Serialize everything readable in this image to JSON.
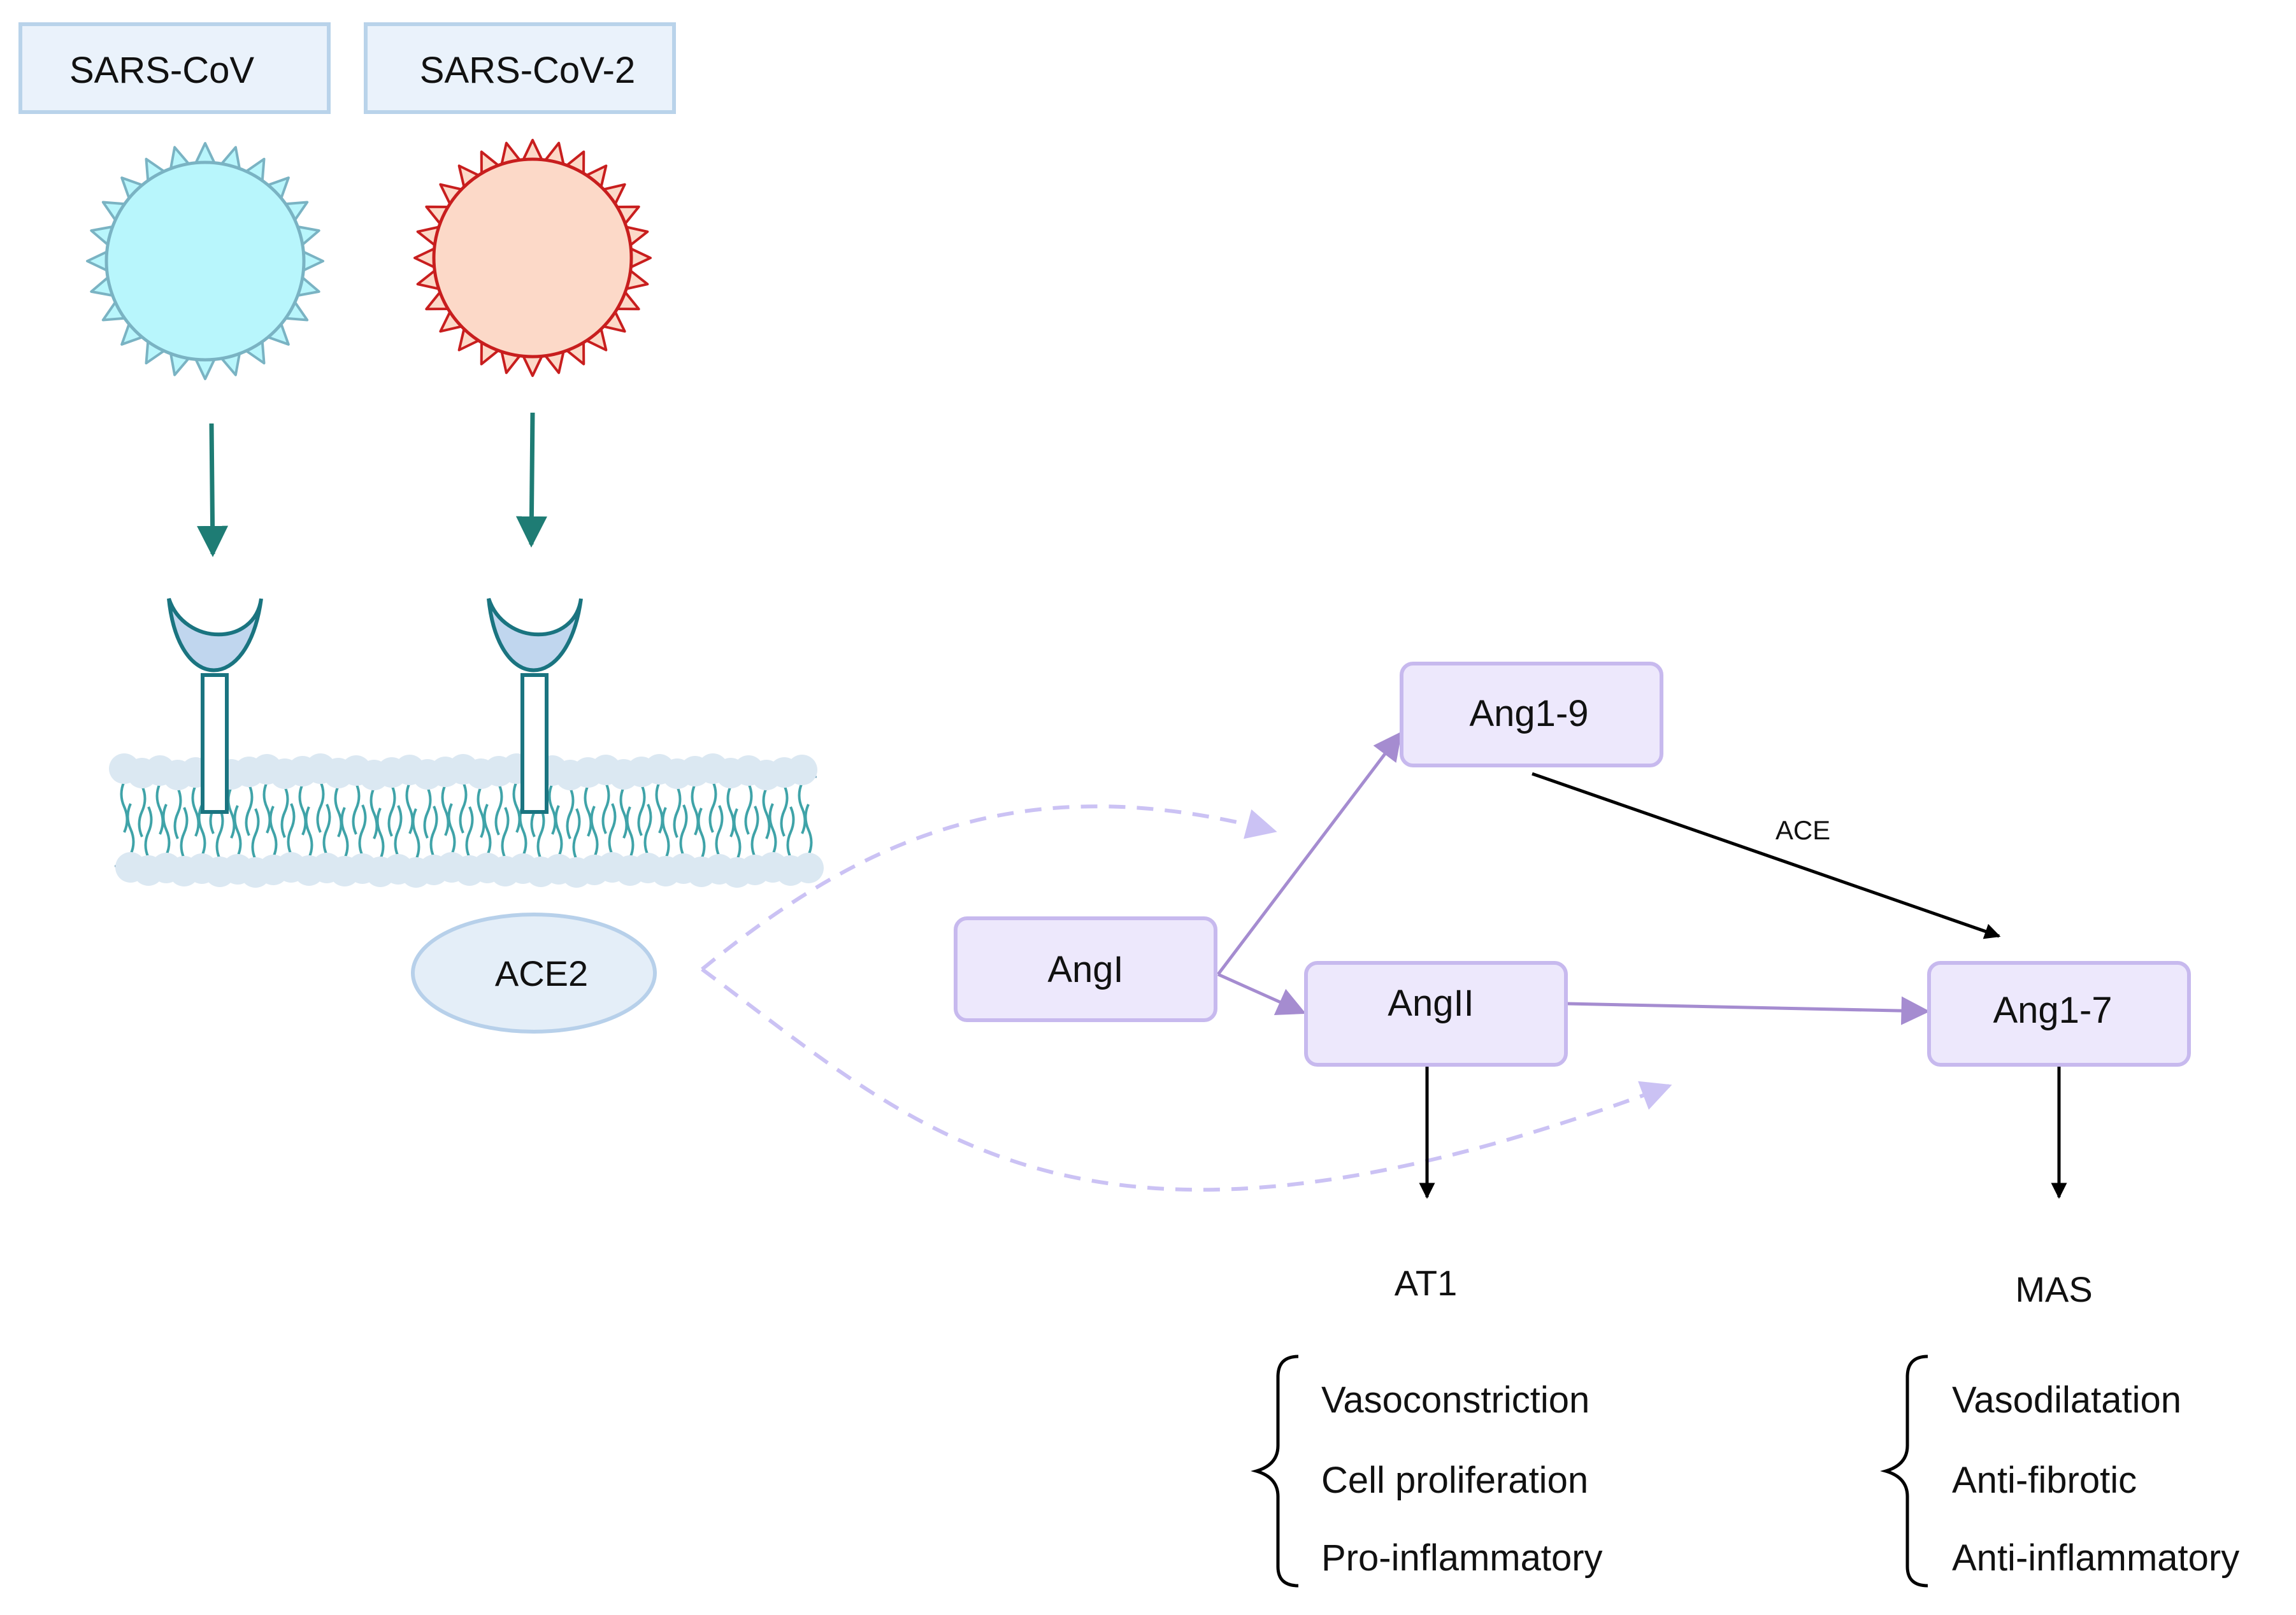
{
  "viruses": {
    "sars_cov": {
      "label": "SARS-CoV",
      "fill": "#b8f6fc",
      "stroke": "#7ab3c3"
    },
    "sars_cov_2": {
      "label": "SARS-CoV-2",
      "fill": "#fcd9c8",
      "stroke": "#c81e1e"
    }
  },
  "receptor": {
    "fill": "#c0d6ee",
    "stroke": "#1a7480"
  },
  "membrane": {
    "head_color": "#dbe8f2",
    "tail_color": "#3fa3a8"
  },
  "ace2": {
    "label": "ACE2",
    "fill": "#e4eef8",
    "stroke": "#b7d0ea"
  },
  "nodes": {
    "angi": "AngI",
    "angii": "AngII",
    "ang19": "Ang1-9",
    "ang17": "Ang1-7",
    "at1": "AT1",
    "mas": "MAS"
  },
  "edge_labels": {
    "ace": "ACE"
  },
  "at1_effects": [
    "Vasoconstriction",
    "Cell proliferation",
    "Pro-inflammatory"
  ],
  "mas_effects": [
    "Vasodilatation",
    "Anti-fibrotic",
    "Anti-inflammatory"
  ],
  "colors": {
    "node_fill": "#ede8fc",
    "node_stroke": "#c7b9ee",
    "purple_arrow": "#a58cd0",
    "dashed_arrow": "#cbc2f4",
    "teal_arrow": "#1e7c74",
    "black_arrow": "#000000"
  }
}
